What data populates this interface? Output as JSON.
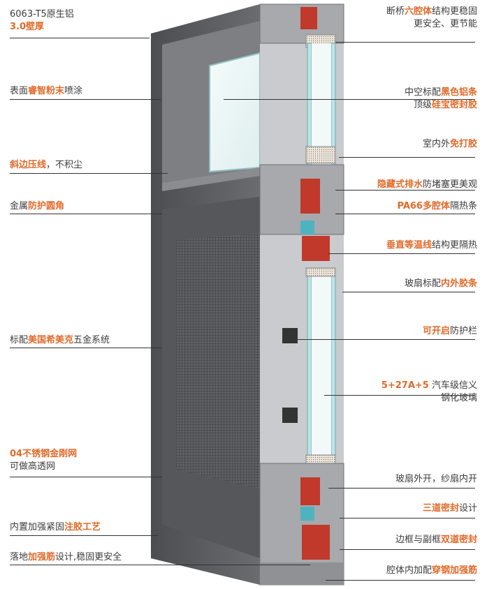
{
  "colors": {
    "accent": "#e06a2a",
    "text": "#3c3c3c",
    "frame": "#5a5c5f",
    "glass": "#d9eef0",
    "gasket": "#c0392b"
  },
  "left_labels": {
    "l1": {
      "a": "6063-T5原生铝",
      "hl": "3.0壁厚"
    },
    "l2": {
      "a": "表面",
      "hl": "睿智粉末",
      "b": "喷涂"
    },
    "l3": {
      "hl": "斜边压线",
      "b": "，不积尘"
    },
    "l4": {
      "a": "金属",
      "hl": "防护圆角"
    },
    "l5": {
      "a": "标配",
      "hl": "美国希美克",
      "b": "五金系统"
    },
    "l6": {
      "hl": "04不锈钢金刚网",
      "b": "可做高透网"
    },
    "l7": {
      "a": "内置加强紧固",
      "hl": "注胶工艺"
    },
    "l8": {
      "a": "落地",
      "hl": "加强筋",
      "b": "设计,稳固更安全"
    }
  },
  "right_labels": {
    "r1": {
      "a": "断桥",
      "hl": "六腔体",
      "b": "结构更稳固",
      "c": "更安全、更节能"
    },
    "r2": {
      "a": "中空标配",
      "hl": "黑色铝条",
      "a2": "顶级",
      "hl2": "硅宝密封胶"
    },
    "r3": {
      "a": "室内外",
      "hl": "免打胶"
    },
    "r4": {
      "hl": "隐藏式排水",
      "b": "防堵塞更美观"
    },
    "r5": {
      "hl": "PA66多腔体",
      "b": "隔热条"
    },
    "r6": {
      "hl": "垂直等温线",
      "b": "结构更隔热"
    },
    "r7": {
      "a": "玻扇标配",
      "hl": "内外胶条"
    },
    "r8": {
      "hl": "可开启",
      "b": "防护栏"
    },
    "r9": {
      "hl": "5+27A+5",
      "b": "汽车级信义",
      "c": "钢化玻璃"
    },
    "r10": {
      "a": "玻扇外开，纱扇内开"
    },
    "r11": {
      "hl": "三道密封",
      "b": "设计"
    },
    "r12": {
      "a": "边框与副框",
      "hl": "双道密封"
    },
    "r13": {
      "a": "腔体内加配",
      "hl": "穿钢加强筋"
    }
  }
}
